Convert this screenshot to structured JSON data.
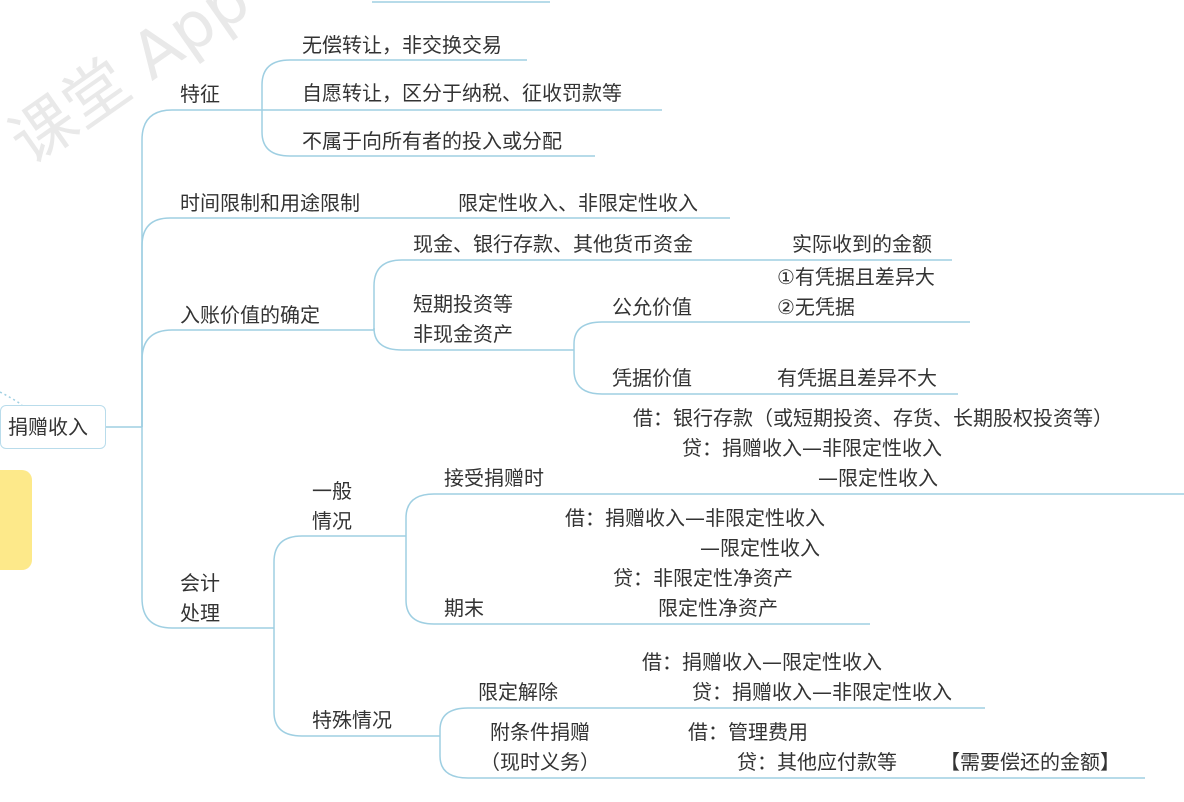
{
  "watermark": "课堂 App",
  "root": {
    "label": "捐赠收入"
  },
  "features": {
    "label": "特征",
    "items": [
      "无偿转让，非交换交易",
      "自愿转让，区分于纳税、征收罚款等",
      "不属于向所有者的投入或分配"
    ]
  },
  "restriction": {
    "label": "时间限制和用途限制",
    "value": "限定性收入、非限定性收入"
  },
  "valuation": {
    "label": "入账价值的确定",
    "cash": {
      "label": "现金、银行存款、其他货币资金",
      "value": "实际收到的金额"
    },
    "noncash": {
      "label_line1": "短期投资等",
      "label_line2": "非现金资产",
      "fair": {
        "label": "公允价值",
        "cond1": "①有凭据且差异大",
        "cond2": "②无凭据"
      },
      "voucher": {
        "label": "凭据价值",
        "cond": "有凭据且差异不大"
      }
    }
  },
  "accounting": {
    "label_line1": "会计",
    "label_line2": "处理",
    "general": {
      "label_line1": "一般",
      "label_line2": "情况",
      "receive": {
        "label": "接受捐赠时",
        "entry_debit": "借：银行存款（或短期投资、存货、长期股权投资等）",
        "entry_credit": "贷：捐赠收入—非限定性收入",
        "entry_credit2": "—限定性收入"
      },
      "period_end": {
        "label": "期末",
        "debit1": "借：捐赠收入—非限定性收入",
        "debit2": "—限定性收入",
        "credit1": "贷：非限定性净资产",
        "credit2": "限定性净资产"
      }
    },
    "special": {
      "label": "特殊情况",
      "release": {
        "label": "限定解除",
        "debit": "借：捐赠收入—限定性收入",
        "credit": "贷：捐赠收入—非限定性收入"
      },
      "conditional": {
        "label_line1": "附条件捐赠",
        "label_line2": "（现时义务）",
        "debit": "借：管理费用",
        "credit": "贷：其他应付款等",
        "note": "【需要偿还的金额】"
      }
    }
  },
  "colors": {
    "line": "#9fcfe2",
    "text": "#333333",
    "tab": "#fde98a"
  }
}
